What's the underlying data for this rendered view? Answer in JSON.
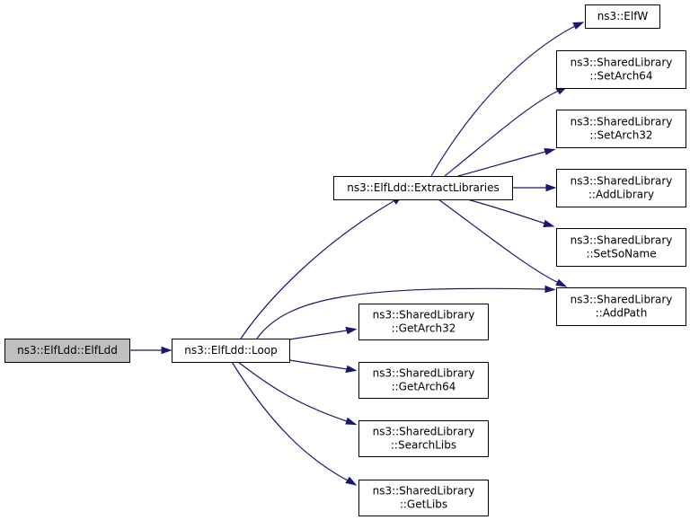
{
  "graph": {
    "colors": {
      "edge": "#191970",
      "node_fill": "#ffffff",
      "root_fill": "#bfbfbf",
      "border": "#000000"
    },
    "nodes": [
      {
        "id": "root",
        "name": "node-elfldd-elfldd",
        "lines": [
          "ns3::ElfLdd::ElfLdd"
        ],
        "root": true
      },
      {
        "id": "loop",
        "name": "node-elfldd-loop",
        "lines": [
          "ns3::ElfLdd::Loop"
        ]
      },
      {
        "id": "extract",
        "name": "node-elfldd-extractlibraries",
        "lines": [
          "ns3::ElfLdd::ExtractLibraries"
        ]
      },
      {
        "id": "elfw",
        "name": "node-elfw",
        "lines": [
          "ns3::ElfW"
        ]
      },
      {
        "id": "setarch64",
        "name": "node-sharedlibrary-setarch64",
        "lines": [
          "ns3::SharedLibrary",
          "::SetArch64"
        ]
      },
      {
        "id": "setarch32",
        "name": "node-sharedlibrary-setarch32",
        "lines": [
          "ns3::SharedLibrary",
          "::SetArch32"
        ]
      },
      {
        "id": "addlibrary",
        "name": "node-sharedlibrary-addlibrary",
        "lines": [
          "ns3::SharedLibrary",
          "::AddLibrary"
        ]
      },
      {
        "id": "setsoname",
        "name": "node-sharedlibrary-setsoname",
        "lines": [
          "ns3::SharedLibrary",
          "::SetSoName"
        ]
      },
      {
        "id": "addpath",
        "name": "node-sharedlibrary-addpath",
        "lines": [
          "ns3::SharedLibrary",
          "::AddPath"
        ]
      },
      {
        "id": "getarch32",
        "name": "node-sharedlibrary-getarch32",
        "lines": [
          "ns3::SharedLibrary",
          "::GetArch32"
        ]
      },
      {
        "id": "getarch64",
        "name": "node-sharedlibrary-getarch64",
        "lines": [
          "ns3::SharedLibrary",
          "::GetArch64"
        ]
      },
      {
        "id": "searchlibs",
        "name": "node-sharedlibrary-searchlibs",
        "lines": [
          "ns3::SharedLibrary",
          "::SearchLibs"
        ]
      },
      {
        "id": "getlibs",
        "name": "node-sharedlibrary-getlibs",
        "lines": [
          "ns3::SharedLibrary",
          "::GetLibs"
        ]
      }
    ],
    "edges": [
      {
        "from": "root",
        "to": "loop"
      },
      {
        "from": "loop",
        "to": "extract"
      },
      {
        "from": "loop",
        "to": "addpath"
      },
      {
        "from": "loop",
        "to": "getarch32"
      },
      {
        "from": "loop",
        "to": "getarch64"
      },
      {
        "from": "loop",
        "to": "searchlibs"
      },
      {
        "from": "loop",
        "to": "getlibs"
      },
      {
        "from": "extract",
        "to": "elfw"
      },
      {
        "from": "extract",
        "to": "setarch64"
      },
      {
        "from": "extract",
        "to": "setarch32"
      },
      {
        "from": "extract",
        "to": "addlibrary"
      },
      {
        "from": "extract",
        "to": "setsoname"
      },
      {
        "from": "extract",
        "to": "addpath"
      }
    ]
  }
}
